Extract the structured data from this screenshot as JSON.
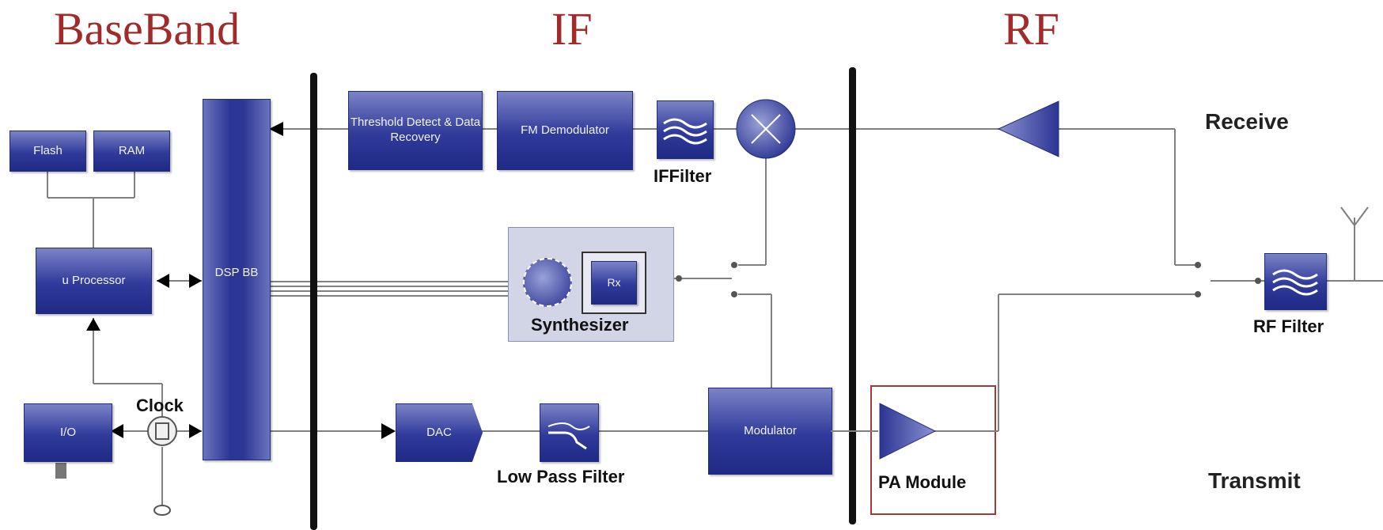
{
  "sections": {
    "baseband": "BaseBand",
    "if": "IF",
    "rf": "RF"
  },
  "sides": {
    "receive": "Receive",
    "transmit": "Transmit"
  },
  "blocks": {
    "flash": "Flash",
    "ram": "RAM",
    "processor": "u Processor",
    "io": "I/O",
    "dsp": "DSP BB",
    "threshold": "Threshold Detect & Data Recovery",
    "fm_demod": "FM Demodulator",
    "dac": "DAC",
    "modulator": "Modulator",
    "synth_inner": "Rx"
  },
  "labels": {
    "clock": "Clock",
    "if_filter": "IFFilter",
    "synthesizer": "Synthesizer",
    "low_pass_filter": "Low Pass Filter",
    "pa_module": "PA Module",
    "rf_filter": "RF Filter"
  },
  "colors": {
    "heading": "#a32a2a",
    "block": "#2f3a9a",
    "line": "#808080",
    "frame": "#a33a3a"
  }
}
